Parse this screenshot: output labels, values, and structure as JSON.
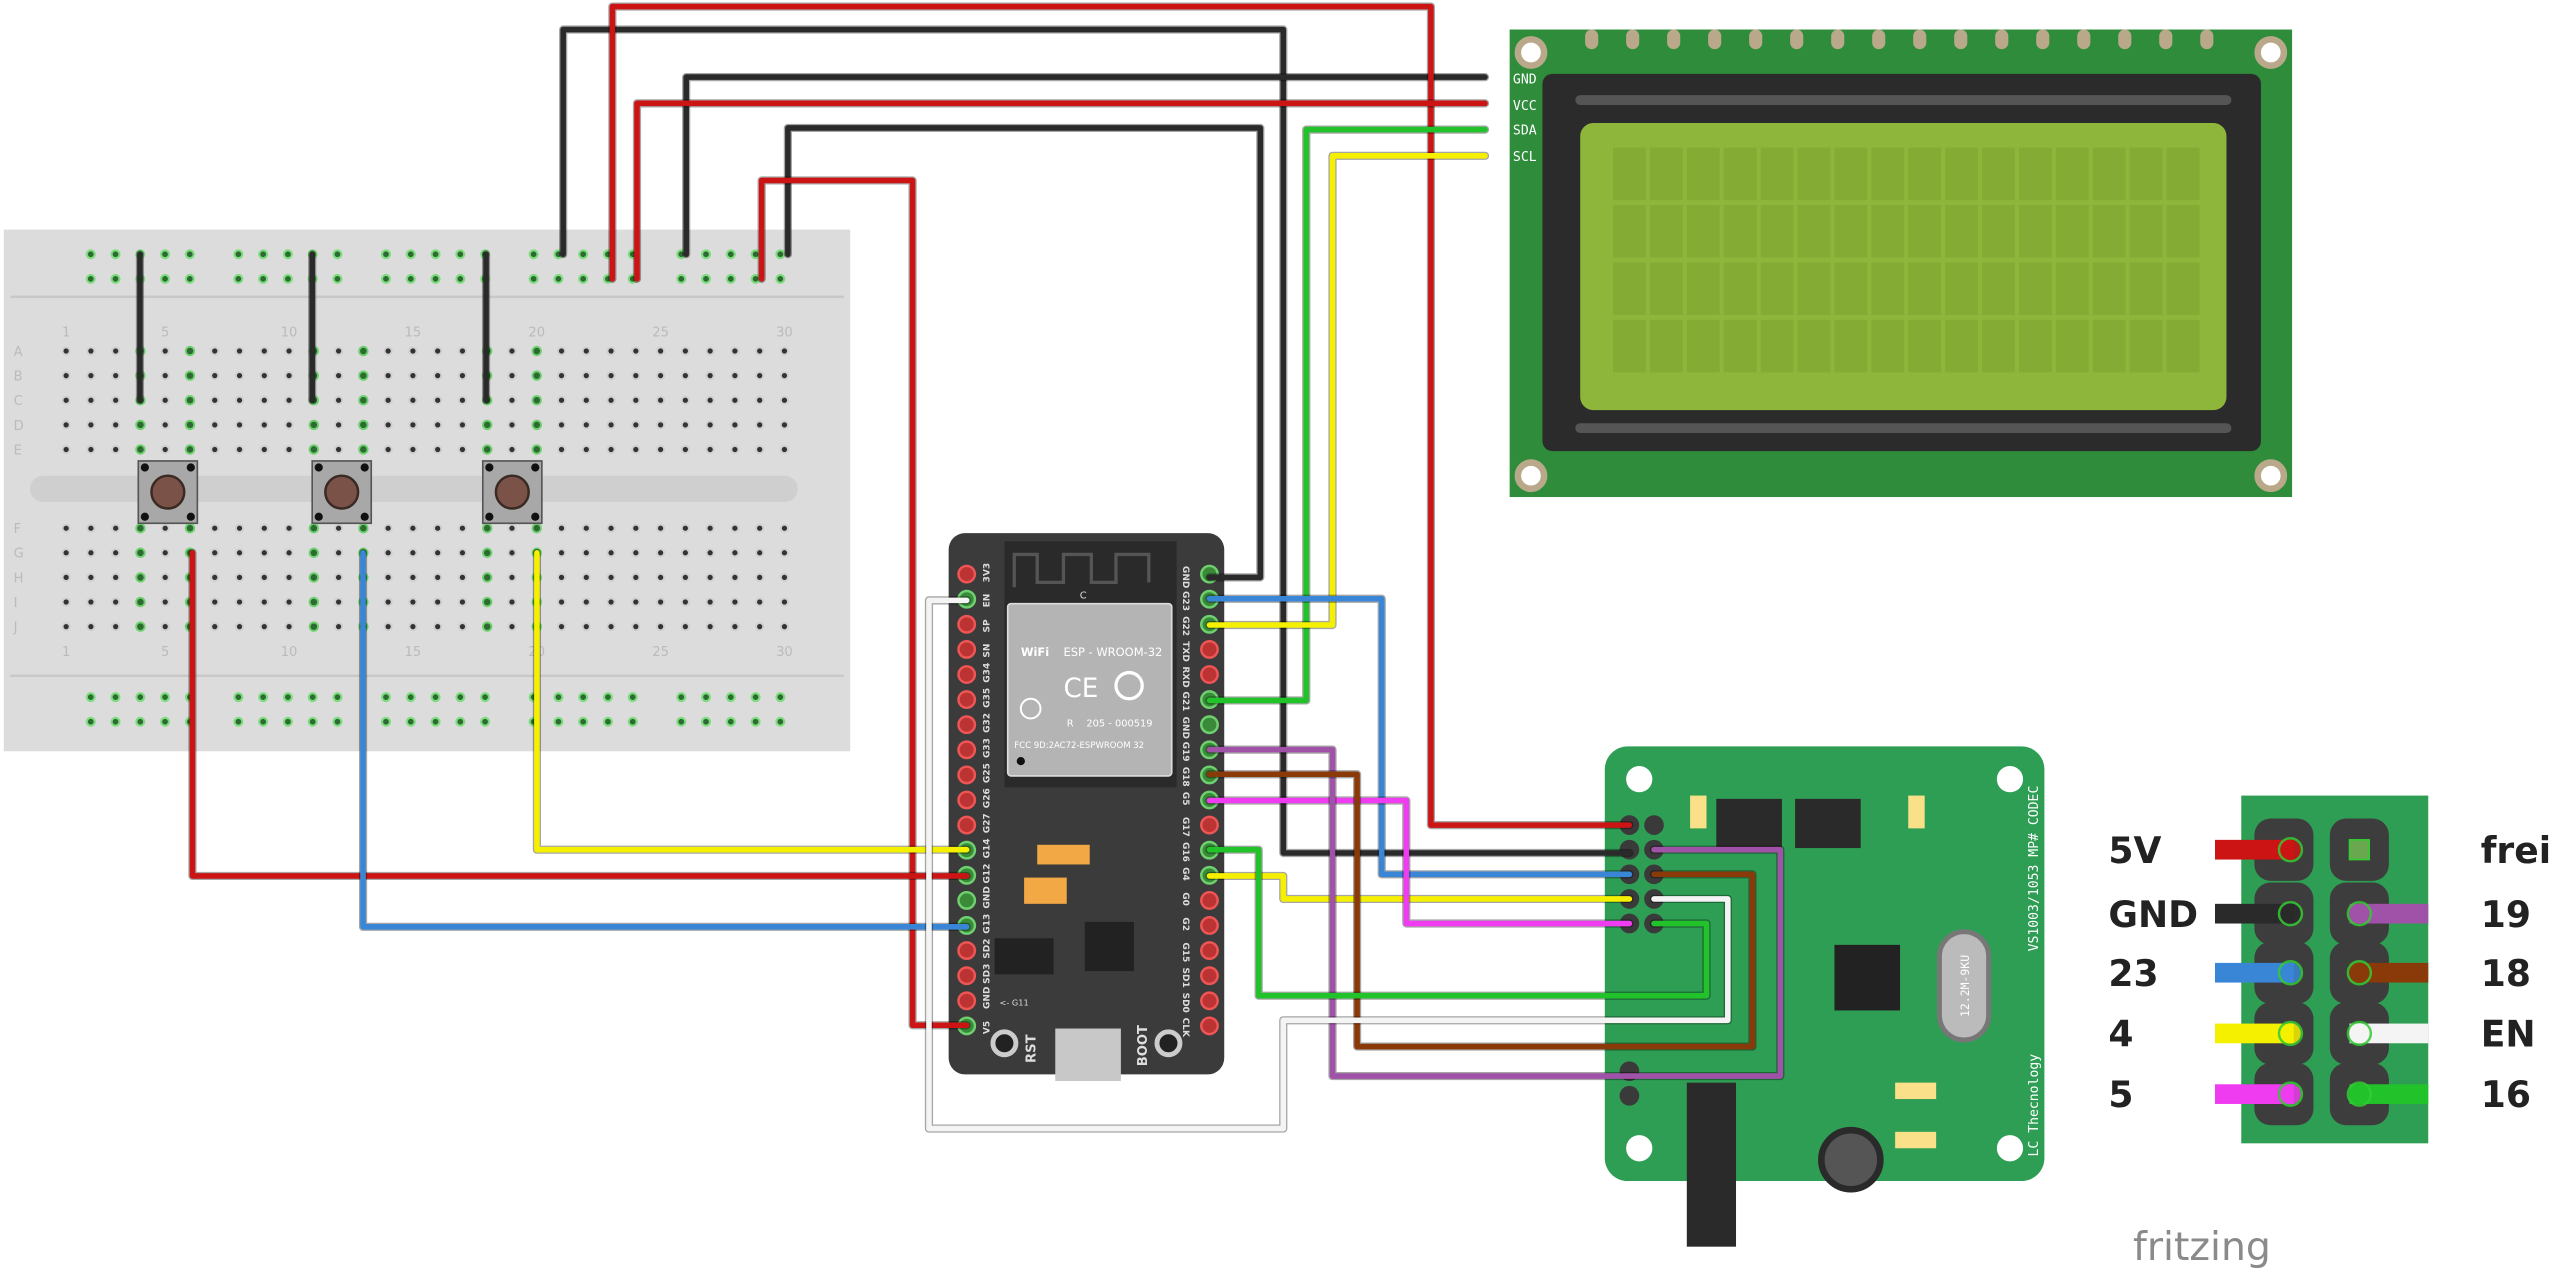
{
  "colors": {
    "red": "#cc1414",
    "black": "#2a2a2a",
    "blue": "#3a86d6",
    "yellow": "#f5f000",
    "green": "#22c32a",
    "magenta": "#f03cf0",
    "purple": "#a052a8",
    "brown": "#8a3a08",
    "white": "#f4f4f4",
    "pcb_green": "#2f9e55",
    "lcd_green": "#2e8c3a",
    "lcd_screen": "#8db63a",
    "esp_body": "#3b3b3b",
    "breadboard": "#dcdcdc"
  },
  "breadboard": {
    "row_labels_top": [
      "A",
      "B",
      "C",
      "D",
      "E"
    ],
    "row_labels_bottom": [
      "F",
      "G",
      "H",
      "I",
      "J"
    ],
    "column_labels": [
      "1",
      "5",
      "10",
      "15",
      "20",
      "25",
      "30"
    ]
  },
  "esp32": {
    "module_title": "ESP - WROOM-32",
    "wifi_logo": "WiFi",
    "ce_mark": "CE",
    "reg_mark": "R",
    "reg_number": "205 - 000519",
    "fcc_id": "FCC 9D:2AC72-ESPWROOM 32",
    "antenna_label": "C",
    "left_pins": [
      "3V3",
      "EN",
      "SP",
      "SN",
      "G34",
      "G35",
      "G32",
      "G33",
      "G25",
      "G26",
      "G27",
      "G14",
      "G12",
      "GND",
      "G13",
      "SD2",
      "SD3",
      "GND",
      "V5"
    ],
    "right_pins": [
      "GND",
      "G23",
      "G22",
      "TXD",
      "RXD",
      "G21",
      "GND",
      "G19",
      "G18",
      "G5",
      "G17",
      "G16",
      "G4",
      "G0",
      "G2",
      "G15",
      "SD1",
      "SD0",
      "CLK"
    ],
    "g11_label": "<- G11",
    "rst_label": "RST",
    "boot_label": "BOOT"
  },
  "lcd": {
    "pins": [
      "GND",
      "VCC",
      "SDA",
      "SCL"
    ]
  },
  "mp3_board": {
    "chip_label": "VS1003/1053 MP# CODEC",
    "maker_label": "LC Thecnology",
    "crystal_label": "12.2M-9KU"
  },
  "pinout_legend": {
    "left_labels": [
      "5V",
      "GND",
      "23",
      "4",
      "5"
    ],
    "right_labels": [
      "frei",
      "19",
      "18",
      "EN",
      "16"
    ],
    "left_colors": [
      "red",
      "black",
      "blue",
      "yellow",
      "magenta"
    ],
    "right_colors": [
      "none",
      "purple",
      "brown",
      "white",
      "green"
    ]
  },
  "watermark": "fritzing"
}
